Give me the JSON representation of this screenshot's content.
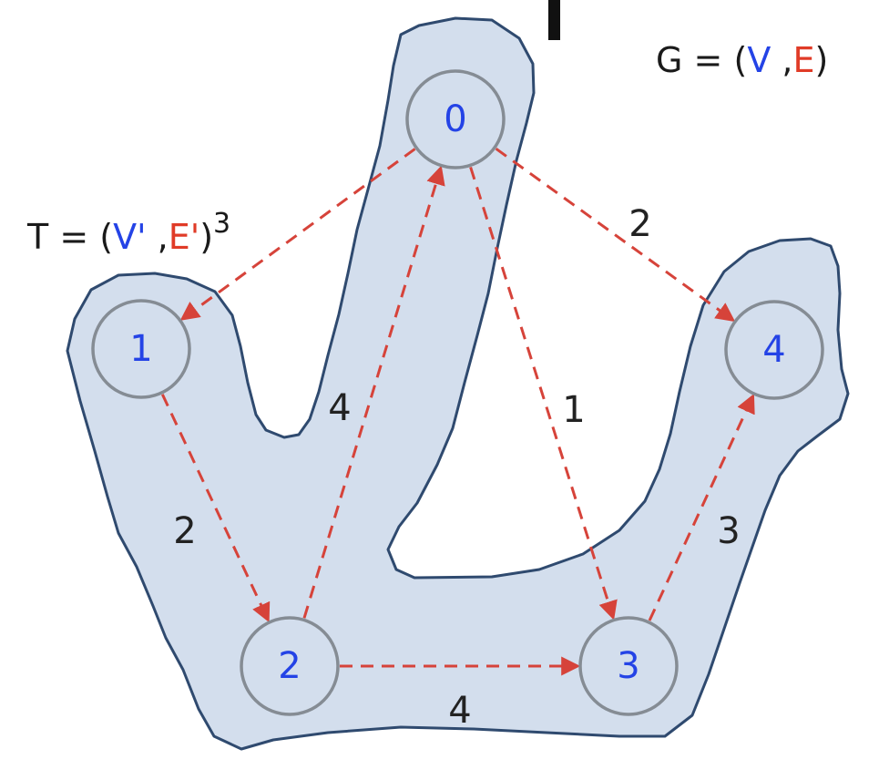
{
  "colors": {
    "region_fill": "#d3deed",
    "region_stroke": "#2f4a6f",
    "node_fill": "#d3deed",
    "node_stroke": "#858c94",
    "node_text": "#2443e6",
    "edge": "#d6433a",
    "vertex_set": "#2443e6",
    "edge_set": "#e03b27",
    "text": "#1a1a1a"
  },
  "graph_formula": {
    "name": "G",
    "eq": "=",
    "open": "(",
    "vertices": "V",
    "comma": ",",
    "edges": "E",
    "close": ")"
  },
  "tree_formula": {
    "name": "T",
    "eq": "=",
    "open": "(",
    "vertices": "V'",
    "comma": ",",
    "edges": "E'",
    "close": ")",
    "sup": "3"
  },
  "nodes": [
    {
      "id": "0",
      "label": "0"
    },
    {
      "id": "1",
      "label": "1"
    },
    {
      "id": "2",
      "label": "2"
    },
    {
      "id": "3",
      "label": "3"
    },
    {
      "id": "4",
      "label": "4"
    }
  ],
  "edges": [
    {
      "from": "0",
      "to": "1",
      "weight": ""
    },
    {
      "from": "0",
      "to": "4",
      "weight": "2"
    },
    {
      "from": "0",
      "to": "3",
      "weight": "1"
    },
    {
      "from": "1",
      "to": "2",
      "weight": "2"
    },
    {
      "from": "2",
      "to": "0",
      "weight": "4"
    },
    {
      "from": "2",
      "to": "3",
      "weight": "4"
    },
    {
      "from": "3",
      "to": "4",
      "weight": "3"
    }
  ]
}
